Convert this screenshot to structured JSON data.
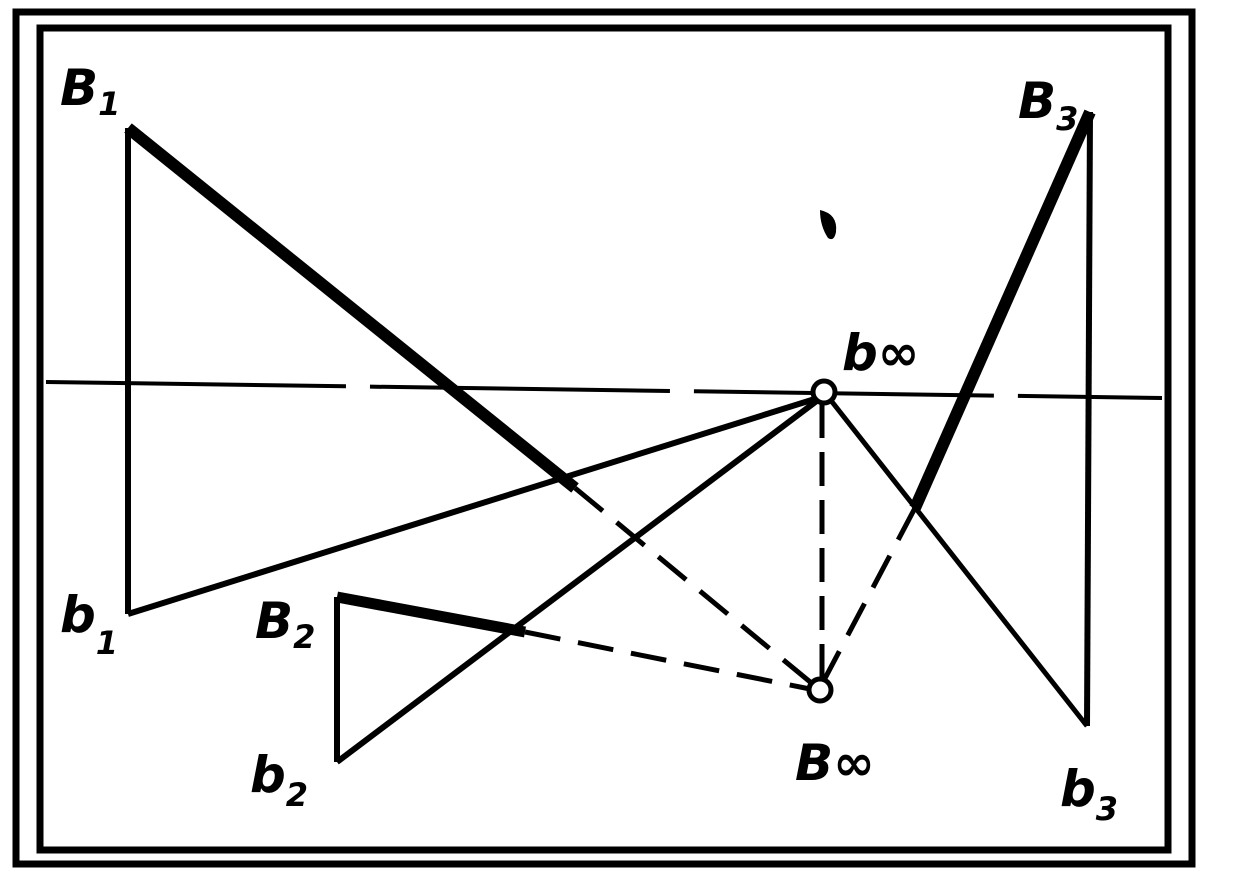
{
  "figure": {
    "stroke_color": "#000000",
    "background_color": "#ffffff",
    "labels": {
      "B1": {
        "base": "B",
        "sub": "1"
      },
      "B2": {
        "base": "B",
        "sub": "2"
      },
      "B3": {
        "base": "B",
        "sub": "3"
      },
      "b1": {
        "base": "b",
        "sub": "1"
      },
      "b2": {
        "base": "b",
        "sub": "2"
      },
      "b3": {
        "base": "b",
        "sub": "3"
      },
      "b_inf": {
        "base": "b",
        "sub": "∞"
      },
      "B_inf": {
        "base": "B",
        "sub": "∞"
      }
    }
  }
}
